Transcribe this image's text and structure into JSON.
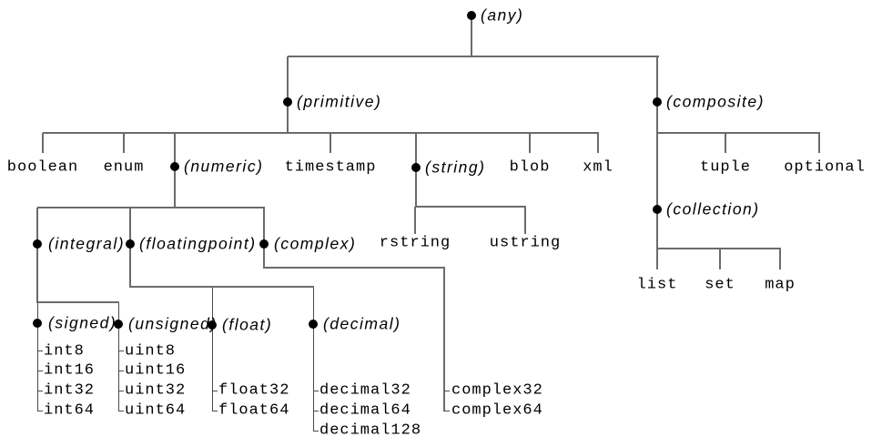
{
  "figure": {
    "kind": "type-hierarchy-tree",
    "line_color": "#6b6b6b",
    "bullet_color": "#000000",
    "text_color": "#000000",
    "background_color": "#ffffff"
  },
  "nodes": {
    "any": {
      "label": "(any)",
      "kind": "category"
    },
    "primitive": {
      "label": "(primitive)",
      "kind": "category"
    },
    "composite": {
      "label": "(composite)",
      "kind": "category"
    },
    "boolean": {
      "label": "boolean",
      "kind": "type"
    },
    "enum": {
      "label": "enum",
      "kind": "type"
    },
    "numeric": {
      "label": "(numeric)",
      "kind": "category"
    },
    "timestamp": {
      "label": "timestamp",
      "kind": "type"
    },
    "string": {
      "label": "(string)",
      "kind": "category"
    },
    "blob": {
      "label": "blob",
      "kind": "type"
    },
    "xml": {
      "label": "xml",
      "kind": "type"
    },
    "tuple": {
      "label": "tuple",
      "kind": "type"
    },
    "optional": {
      "label": "optional",
      "kind": "type"
    },
    "collection": {
      "label": "(collection)",
      "kind": "category"
    },
    "list": {
      "label": "list",
      "kind": "type"
    },
    "set": {
      "label": "set",
      "kind": "type"
    },
    "map": {
      "label": "map",
      "kind": "type"
    },
    "integral": {
      "label": "(integral)",
      "kind": "category"
    },
    "floatingpoint": {
      "label": "(floatingpoint)",
      "kind": "category"
    },
    "complex": {
      "label": "(complex)",
      "kind": "category"
    },
    "rstring": {
      "label": "rstring",
      "kind": "type"
    },
    "ustring": {
      "label": "ustring",
      "kind": "type"
    },
    "signed": {
      "label": "(signed)",
      "kind": "category"
    },
    "unsigned": {
      "label": "(unsigned)",
      "kind": "category"
    },
    "float": {
      "label": "(float)",
      "kind": "category"
    },
    "decimal": {
      "label": "(decimal)",
      "kind": "category"
    },
    "int8": {
      "label": "int8",
      "kind": "type"
    },
    "int16": {
      "label": "int16",
      "kind": "type"
    },
    "int32": {
      "label": "int32",
      "kind": "type"
    },
    "int64": {
      "label": "int64",
      "kind": "type"
    },
    "uint8": {
      "label": "uint8",
      "kind": "type"
    },
    "uint16": {
      "label": "uint16",
      "kind": "type"
    },
    "uint32": {
      "label": "uint32",
      "kind": "type"
    },
    "uint64": {
      "label": "uint64",
      "kind": "type"
    },
    "float32": {
      "label": "float32",
      "kind": "type"
    },
    "float64": {
      "label": "float64",
      "kind": "type"
    },
    "decimal32": {
      "label": "decimal32",
      "kind": "type"
    },
    "decimal64": {
      "label": "decimal64",
      "kind": "type"
    },
    "decimal128": {
      "label": "decimal128",
      "kind": "type"
    },
    "complex32": {
      "label": "complex32",
      "kind": "type"
    },
    "complex64": {
      "label": "complex64",
      "kind": "type"
    }
  },
  "edges": [
    [
      "any",
      "primitive"
    ],
    [
      "any",
      "composite"
    ],
    [
      "primitive",
      "boolean"
    ],
    [
      "primitive",
      "enum"
    ],
    [
      "primitive",
      "numeric"
    ],
    [
      "primitive",
      "timestamp"
    ],
    [
      "primitive",
      "string"
    ],
    [
      "primitive",
      "blob"
    ],
    [
      "primitive",
      "xml"
    ],
    [
      "numeric",
      "integral"
    ],
    [
      "numeric",
      "floatingpoint"
    ],
    [
      "numeric",
      "complex"
    ],
    [
      "integral",
      "signed"
    ],
    [
      "integral",
      "unsigned"
    ],
    [
      "signed",
      "int8"
    ],
    [
      "signed",
      "int16"
    ],
    [
      "signed",
      "int32"
    ],
    [
      "signed",
      "int64"
    ],
    [
      "unsigned",
      "uint8"
    ],
    [
      "unsigned",
      "uint16"
    ],
    [
      "unsigned",
      "uint32"
    ],
    [
      "unsigned",
      "uint64"
    ],
    [
      "floatingpoint",
      "float"
    ],
    [
      "floatingpoint",
      "decimal"
    ],
    [
      "float",
      "float32"
    ],
    [
      "float",
      "float64"
    ],
    [
      "decimal",
      "decimal32"
    ],
    [
      "decimal",
      "decimal64"
    ],
    [
      "decimal",
      "decimal128"
    ],
    [
      "complex",
      "complex32"
    ],
    [
      "complex",
      "complex64"
    ],
    [
      "string",
      "rstring"
    ],
    [
      "string",
      "ustring"
    ],
    [
      "composite",
      "tuple"
    ],
    [
      "composite",
      "optional"
    ],
    [
      "composite",
      "collection"
    ],
    [
      "collection",
      "list"
    ],
    [
      "collection",
      "set"
    ],
    [
      "collection",
      "map"
    ]
  ]
}
